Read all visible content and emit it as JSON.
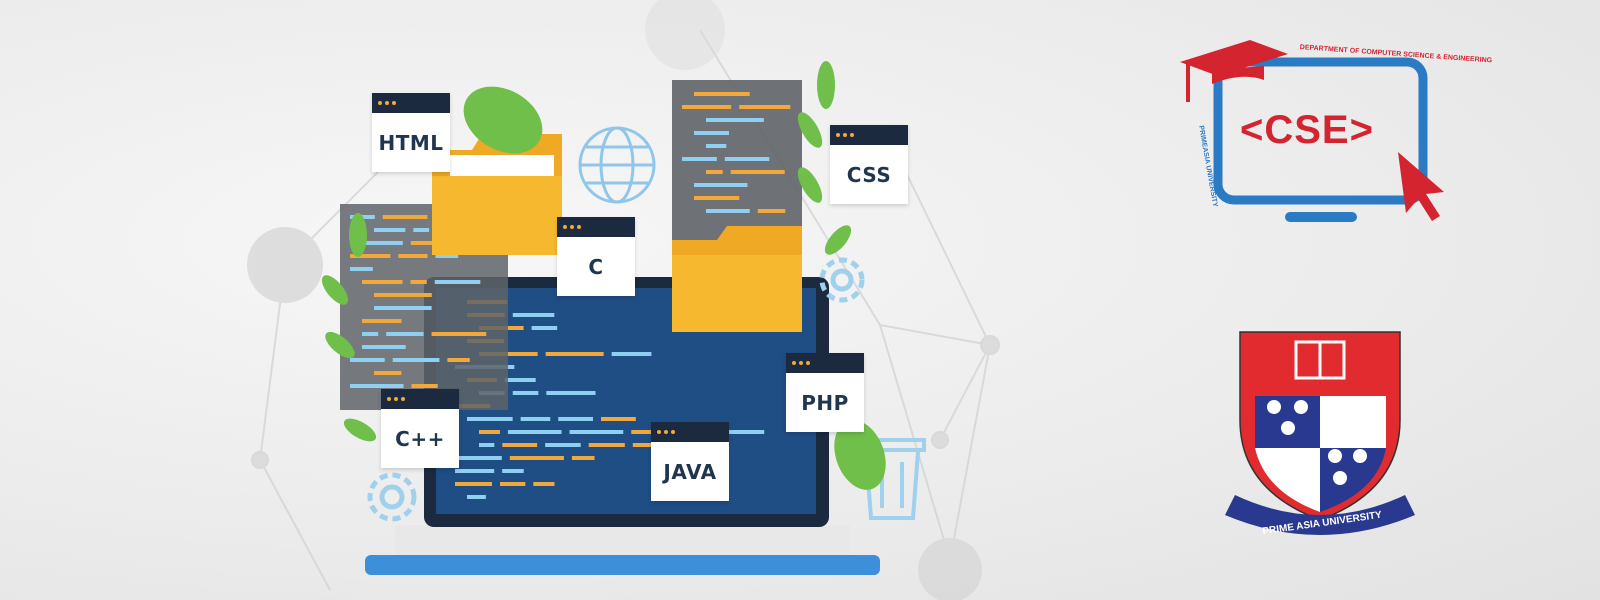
{
  "illustration": {
    "cards": [
      {
        "id": "html",
        "label": "HTML"
      },
      {
        "id": "css",
        "label": "CSS"
      },
      {
        "id": "c",
        "label": "C"
      },
      {
        "id": "php",
        "label": "PHP"
      },
      {
        "id": "cpp",
        "label": "C++"
      },
      {
        "id": "java",
        "label": "JAVA"
      }
    ]
  },
  "cse_logo": {
    "title": "<CSE>",
    "department": "DEPARTMENT OF COMPUTER SCIENCE & ENGINEERING",
    "university": "PRIMEASIA UNIVERSITY"
  },
  "university_crest": {
    "banner": "PRIME ASIA UNIVERSITY"
  },
  "colors": {
    "navy": "#1b2a3f",
    "screen": "#1f4e85",
    "folder": "#f5b82e",
    "leaf": "#6fbf4a",
    "logo_red": "#d3242f",
    "logo_blue": "#2b7bc4",
    "crest_blue": "#2a3990"
  }
}
